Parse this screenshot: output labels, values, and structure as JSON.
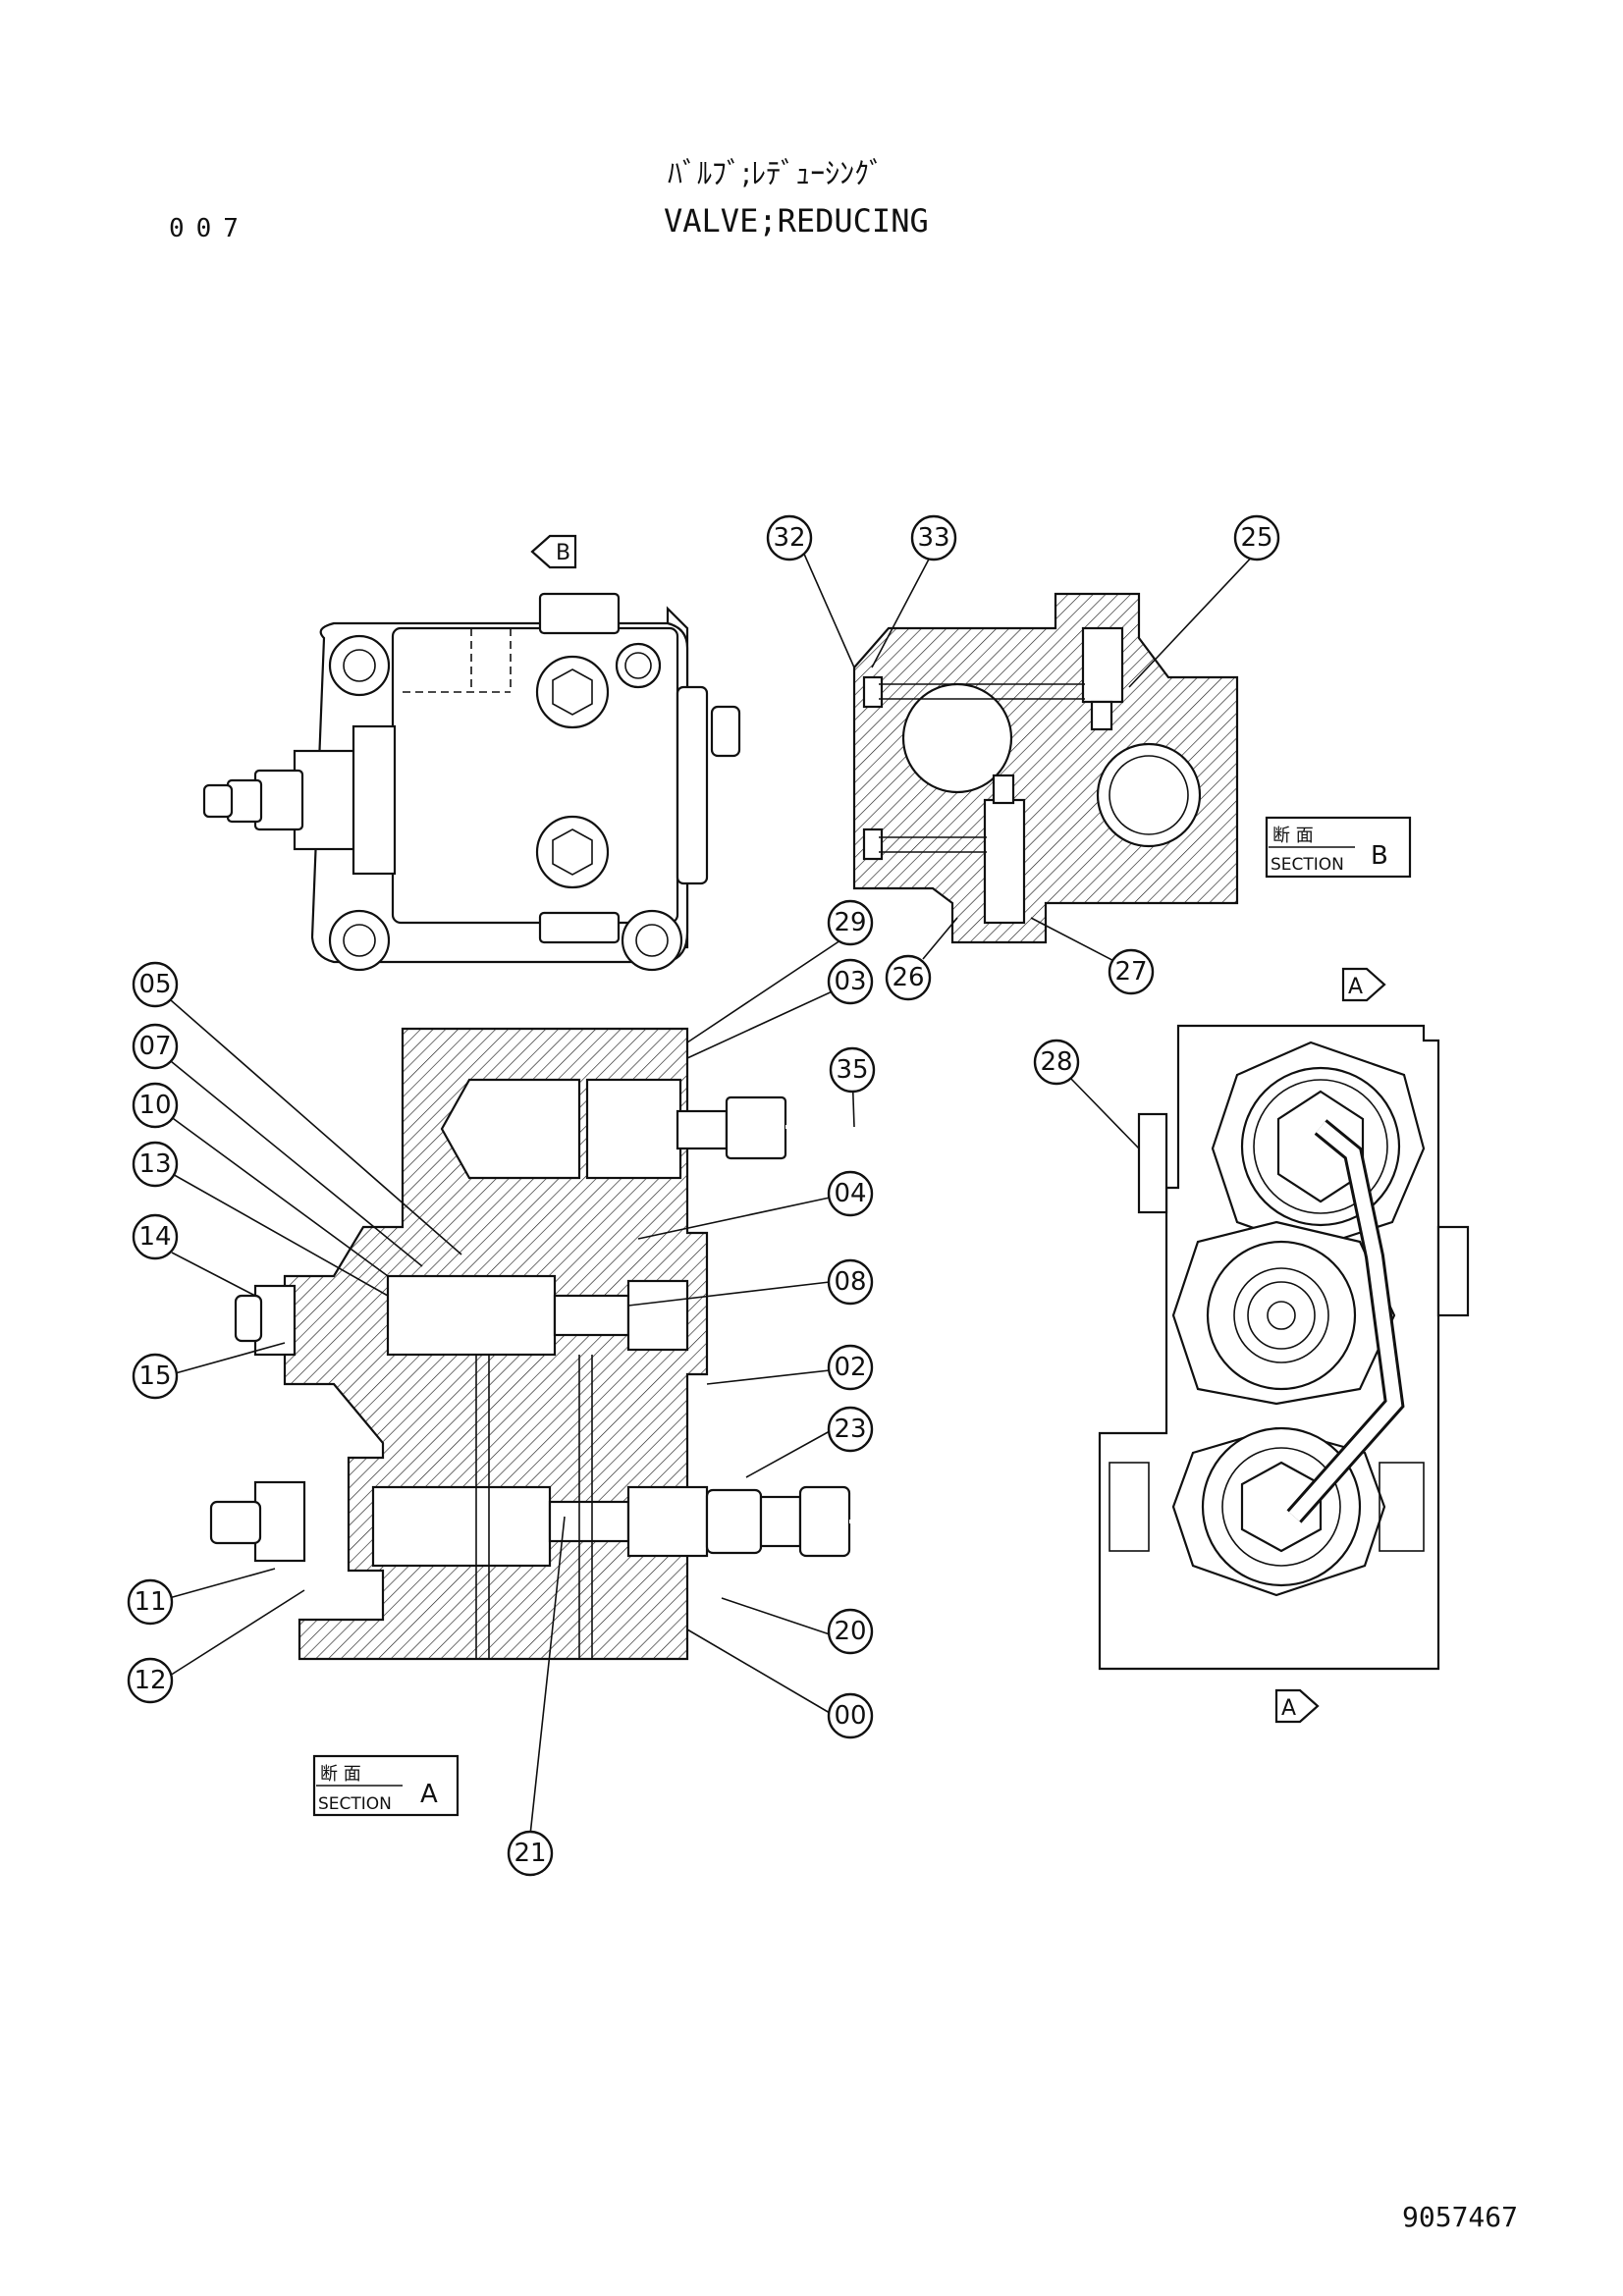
{
  "header": {
    "page_number": "007",
    "title_kana": "ﾊﾞﾙﾌﾞ;ﾚﾃﾞｭｰｼﾝｸﾞ",
    "title_en": "VALVE;REDUCING"
  },
  "footer": {
    "doc_number": "9057467"
  },
  "view_markers": {
    "b_arrow": "B",
    "a_arrow_top": "A",
    "a_arrow_bottom": "A"
  },
  "section_labels": [
    {
      "kanji": "断 面",
      "label": "SECTION",
      "letter": "B"
    },
    {
      "kanji": "断 面",
      "label": "SECTION",
      "letter": "A"
    }
  ],
  "callouts": [
    "32",
    "33",
    "25",
    "29",
    "03",
    "26",
    "27",
    "05",
    "07",
    "10",
    "13",
    "14",
    "15",
    "35",
    "04",
    "08",
    "02",
    "23",
    "11",
    "12",
    "20",
    "00",
    "21",
    "28"
  ]
}
